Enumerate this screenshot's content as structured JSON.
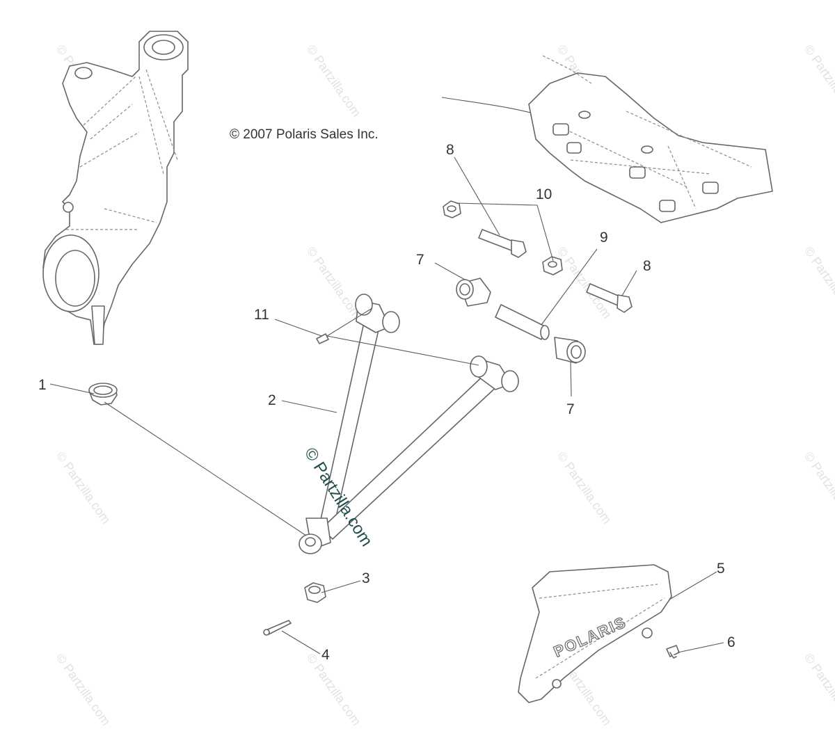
{
  "copyright": "© 2007 Polaris Sales Inc.",
  "watermark": "© Partzilla.com",
  "logo_text": "POLARIS",
  "callouts": [
    {
      "id": "1",
      "label": "1"
    },
    {
      "id": "2",
      "label": "2"
    },
    {
      "id": "3",
      "label": "3"
    },
    {
      "id": "4",
      "label": "4"
    },
    {
      "id": "5",
      "label": "5"
    },
    {
      "id": "6",
      "label": "6"
    },
    {
      "id": "7a",
      "label": "7"
    },
    {
      "id": "7b",
      "label": "7"
    },
    {
      "id": "8a",
      "label": "8"
    },
    {
      "id": "8b",
      "label": "8"
    },
    {
      "id": "9",
      "label": "9"
    },
    {
      "id": "10",
      "label": "10"
    },
    {
      "id": "11",
      "label": "11"
    }
  ]
}
